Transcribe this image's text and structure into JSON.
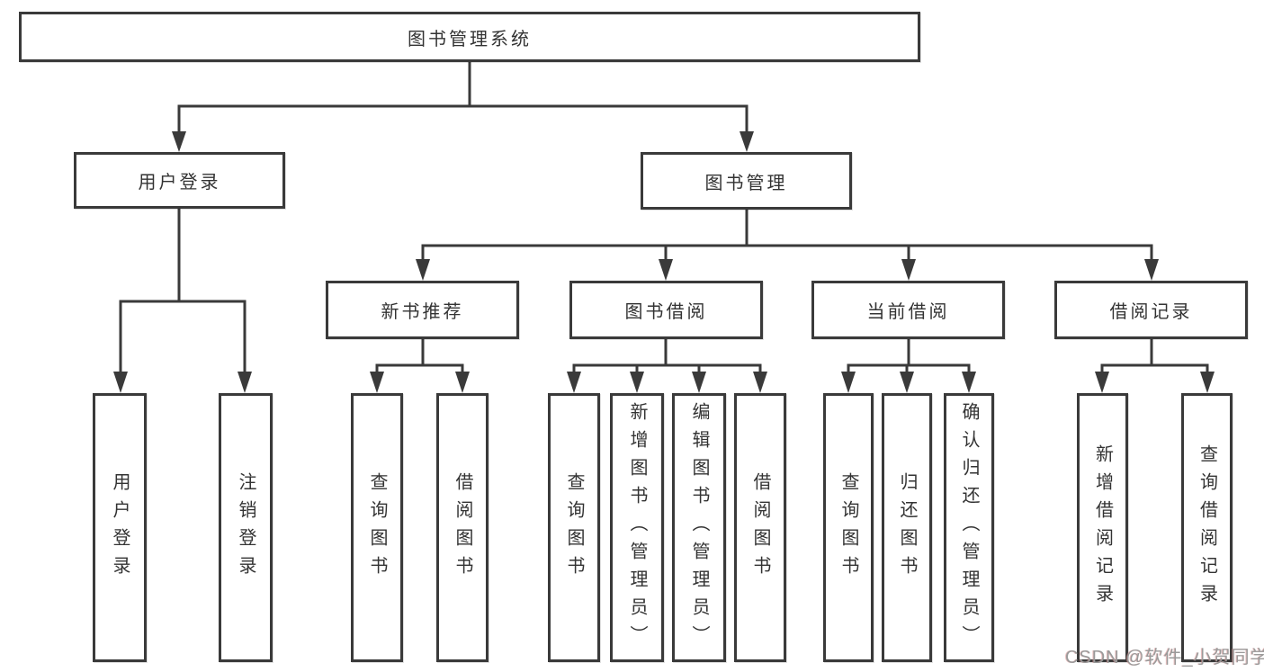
{
  "diagram": {
    "title_node": "图书管理系统",
    "nodes": {
      "root": {
        "label": "图书管理系统"
      },
      "user_login": {
        "label": "用户登录"
      },
      "book_mgmt": {
        "label": "图书管理"
      },
      "new_book_rec": {
        "label": "新书推荐"
      },
      "book_borrow": {
        "label": "图书借阅"
      },
      "current_borrow": {
        "label": "当前借阅"
      },
      "borrow_record": {
        "label": "借阅记录"
      },
      "leaf_user_login": {
        "label": "用户登录"
      },
      "leaf_logout": {
        "label": "注销登录"
      },
      "leaf_query_book_1": {
        "label": "查询图书"
      },
      "leaf_borrow_book_1": {
        "label": "借阅图书"
      },
      "leaf_query_book_2": {
        "label": "查询图书"
      },
      "leaf_add_book": {
        "label": "新增图书（管理员）"
      },
      "leaf_edit_book": {
        "label": "编辑图书（管理员）"
      },
      "leaf_borrow_book_2": {
        "label": "借阅图书"
      },
      "leaf_query_book_3": {
        "label": "查询图书"
      },
      "leaf_return_book": {
        "label": "归还图书"
      },
      "leaf_confirm_return": {
        "label": "确认归还（管理员）"
      },
      "leaf_add_record": {
        "label": "新增借阅记录"
      },
      "leaf_query_record": {
        "label": "查询借阅记录"
      }
    },
    "colors": {
      "line": "#3a3a3a",
      "text": "#333333",
      "background": "#ffffff",
      "watermark": "#9a9a9a"
    }
  },
  "watermark": {
    "text": "CSDN @软件_小贺同学"
  }
}
